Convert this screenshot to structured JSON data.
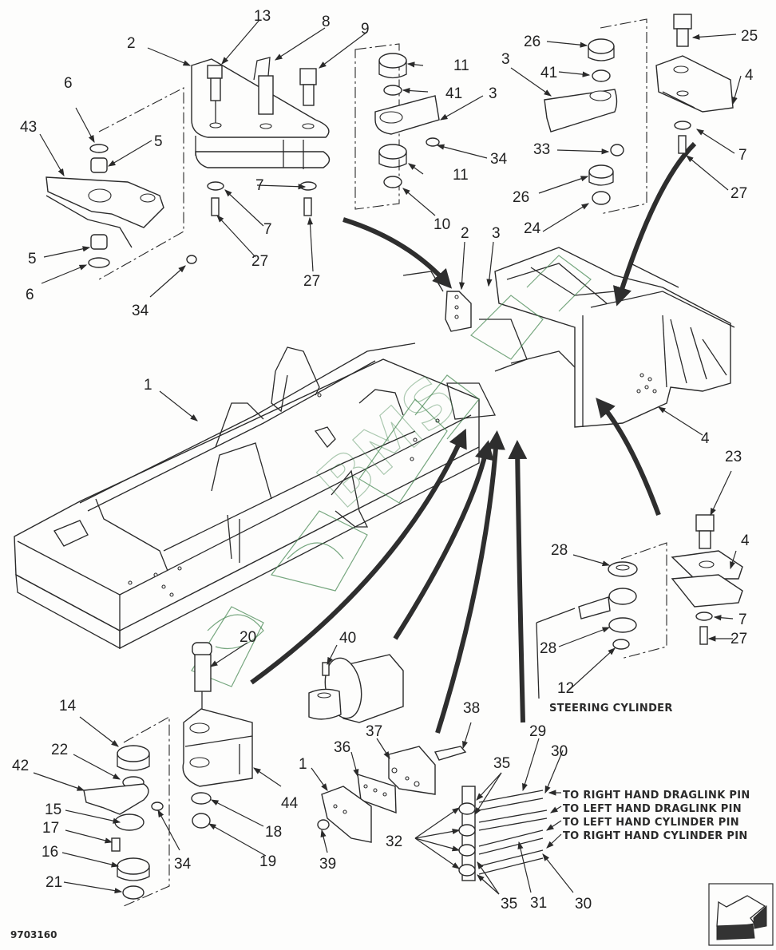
{
  "figure": {
    "id_label": "9703160",
    "watermark_text": "BMS",
    "orientation_icon": "front-direction-arrow-icon"
  },
  "callouts": {
    "c13": "13",
    "c8": "8",
    "c9": "9",
    "c2a": "2",
    "c6a": "6",
    "c43": "43",
    "c5a": "5",
    "c11a": "11",
    "c41a": "41",
    "c3a": "3",
    "c34a": "34",
    "c11b": "11",
    "c10": "10",
    "c7a": "7",
    "c7b": "7",
    "c27a": "27",
    "c27b": "27",
    "c5b": "5",
    "c6b": "6",
    "c34b": "34",
    "c26a": "26",
    "c3b": "3",
    "c41b": "41",
    "c33": "33",
    "c26b": "26",
    "c24": "24",
    "c25": "25",
    "c4a": "4",
    "c7c": "7",
    "c27c": "27",
    "c2b": "2",
    "c3c": "3",
    "c1a": "1",
    "c4b": "4",
    "c23": "23",
    "c4c": "4",
    "c28a": "28",
    "c7d": "7",
    "c27d": "27",
    "c28b": "28",
    "c12": "12",
    "c20": "20",
    "c40": "40",
    "c38": "38",
    "c37": "37",
    "c36": "36",
    "c1b": "1",
    "c39": "39",
    "c14": "14",
    "c22": "22",
    "c42": "42",
    "c15": "15",
    "c17": "17",
    "c16": "16",
    "c21": "21",
    "c34c": "34",
    "c18": "18",
    "c19": "19",
    "c44": "44",
    "c29": "29",
    "c30a": "30",
    "c35a": "35",
    "c32": "32",
    "c35b": "35",
    "c31": "31",
    "c30b": "30"
  },
  "notes": {
    "steering_cylinder": "STEERING CYLINDER",
    "hose_targets": [
      "TO RIGHT HAND DRAGLINK PIN",
      "TO LEFT HAND DRAGLINK PIN",
      "TO LEFT HAND CYLINDER PIN",
      "TO RIGHT HAND CYLINDER PIN"
    ]
  }
}
